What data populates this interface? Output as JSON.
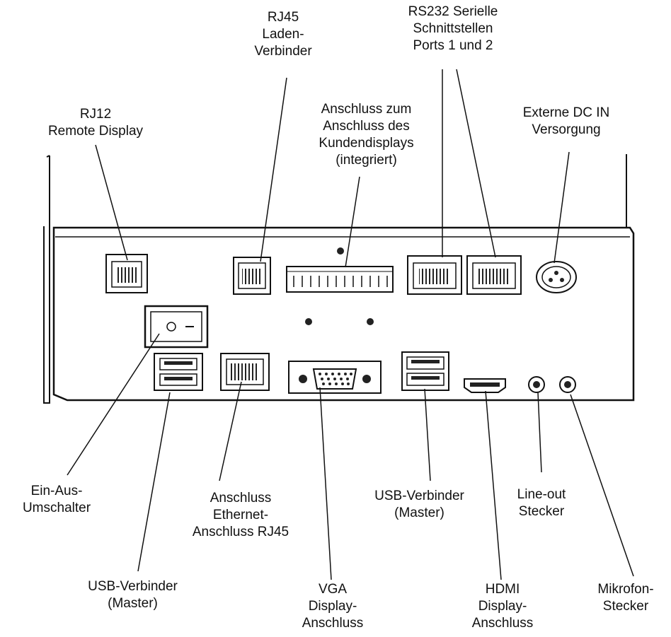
{
  "labels": {
    "rj12": [
      "RJ12",
      "Remote Display"
    ],
    "rj45_laden": [
      "RJ45",
      "Laden-",
      "Verbinder"
    ],
    "kundendisplay": [
      "Anschluss zum",
      "Anschluss des",
      "Kundendisplays",
      "(integriert)"
    ],
    "rs232": [
      "RS232 Serielle",
      "Schnittstellen",
      "Ports 1 und 2"
    ],
    "dc_in": [
      "Externe DC IN",
      "Versorgung"
    ],
    "ein_aus": [
      "Ein-Aus-",
      "Umschalter"
    ],
    "ethernet": [
      "Anschluss",
      "Ethernet-",
      "Anschluss RJ45"
    ],
    "usb_right": [
      "USB-Verbinder",
      "(Master)"
    ],
    "line_out": [
      "Line-out",
      "Stecker"
    ],
    "usb_left": [
      "USB-Verbinder",
      "(Master)"
    ],
    "vga": [
      "VGA",
      "Display-",
      "Anschluss"
    ],
    "hdmi": [
      "HDMI",
      "Display-",
      "Anschluss"
    ],
    "mikrofon": [
      "Mikrofon-",
      "Stecker"
    ]
  },
  "switch_symbols": {
    "on": "I",
    "off": "O"
  }
}
